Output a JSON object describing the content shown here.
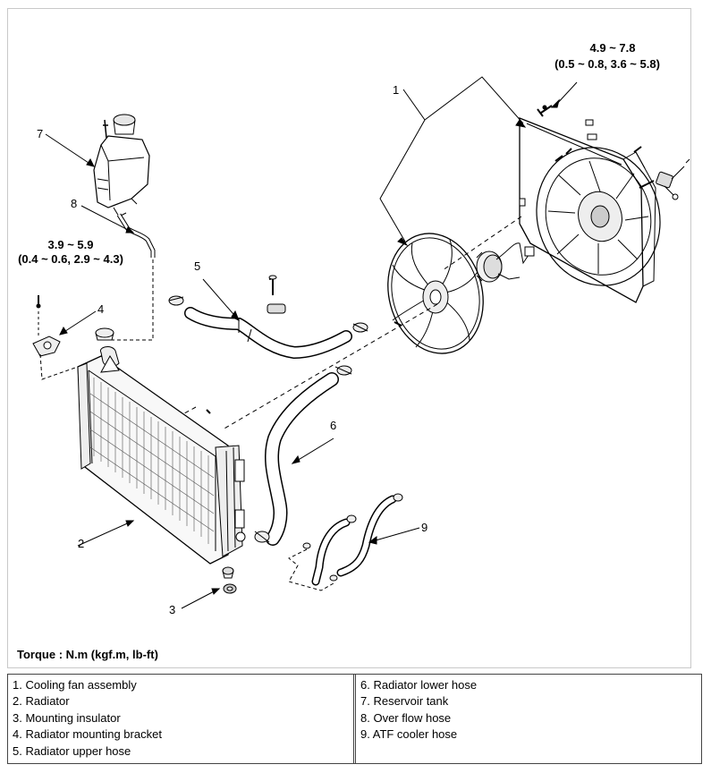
{
  "callouts": {
    "c1": "1",
    "c2": "2",
    "c3": "3",
    "c4": "4",
    "c5": "5",
    "c6": "6",
    "c7": "7",
    "c8": "8",
    "c9": "9"
  },
  "torque_fan": {
    "line1": "4.9 ~ 7.8",
    "line2": "(0.5 ~ 0.8, 3.6 ~ 5.8)"
  },
  "torque_bracket": {
    "line1": "3.9 ~ 5.9",
    "line2": "(0.4 ~ 0.6, 2.9 ~ 4.3)"
  },
  "torque_note": "Torque : N.m (kgf.m, lb-ft)",
  "legend": {
    "left": [
      "1. Cooling fan assembly",
      "2. Radiator",
      "3. Mounting insulator",
      "4. Radiator mounting bracket",
      "5. Radiator upper hose"
    ],
    "right": [
      "6. Radiator lower hose",
      "7. Reservoir tank",
      "8. Over flow hose",
      "9. ATF cooler hose"
    ]
  }
}
